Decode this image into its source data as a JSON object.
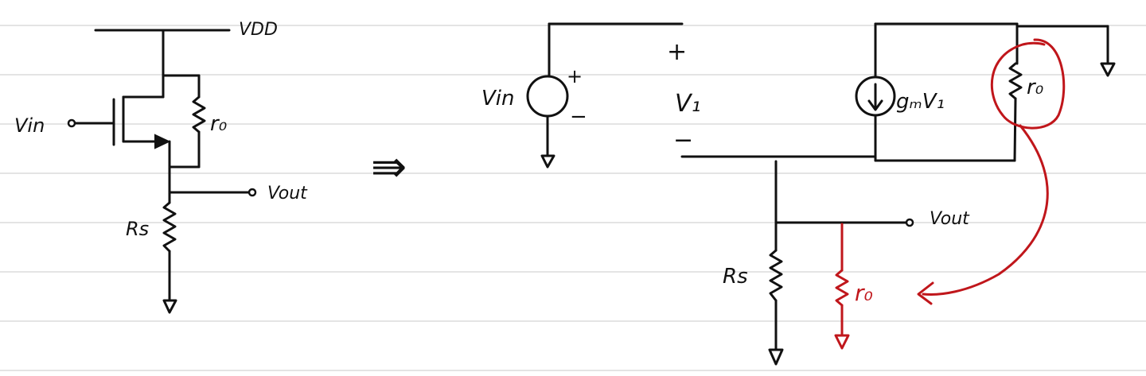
{
  "labels": {
    "vdd": "VDD",
    "vin_left": "Vin",
    "ro_left": "r₀",
    "vout_left": "Vout",
    "rs_left": "Rs",
    "arrow": "⇛",
    "vin_right": "Vin",
    "src_plus": "+",
    "src_minus": "−",
    "v1_plus": "+",
    "v1": "V₁",
    "v1_minus": "−",
    "gm": "gₘV₁",
    "ro_top": "r₀",
    "vout_right": "Vout",
    "rs_right": "Rs",
    "ro_moved": "r₀"
  },
  "colors": {
    "ink": "#111111",
    "annotation": "#c0161b",
    "rule": "#dcdcdc"
  }
}
